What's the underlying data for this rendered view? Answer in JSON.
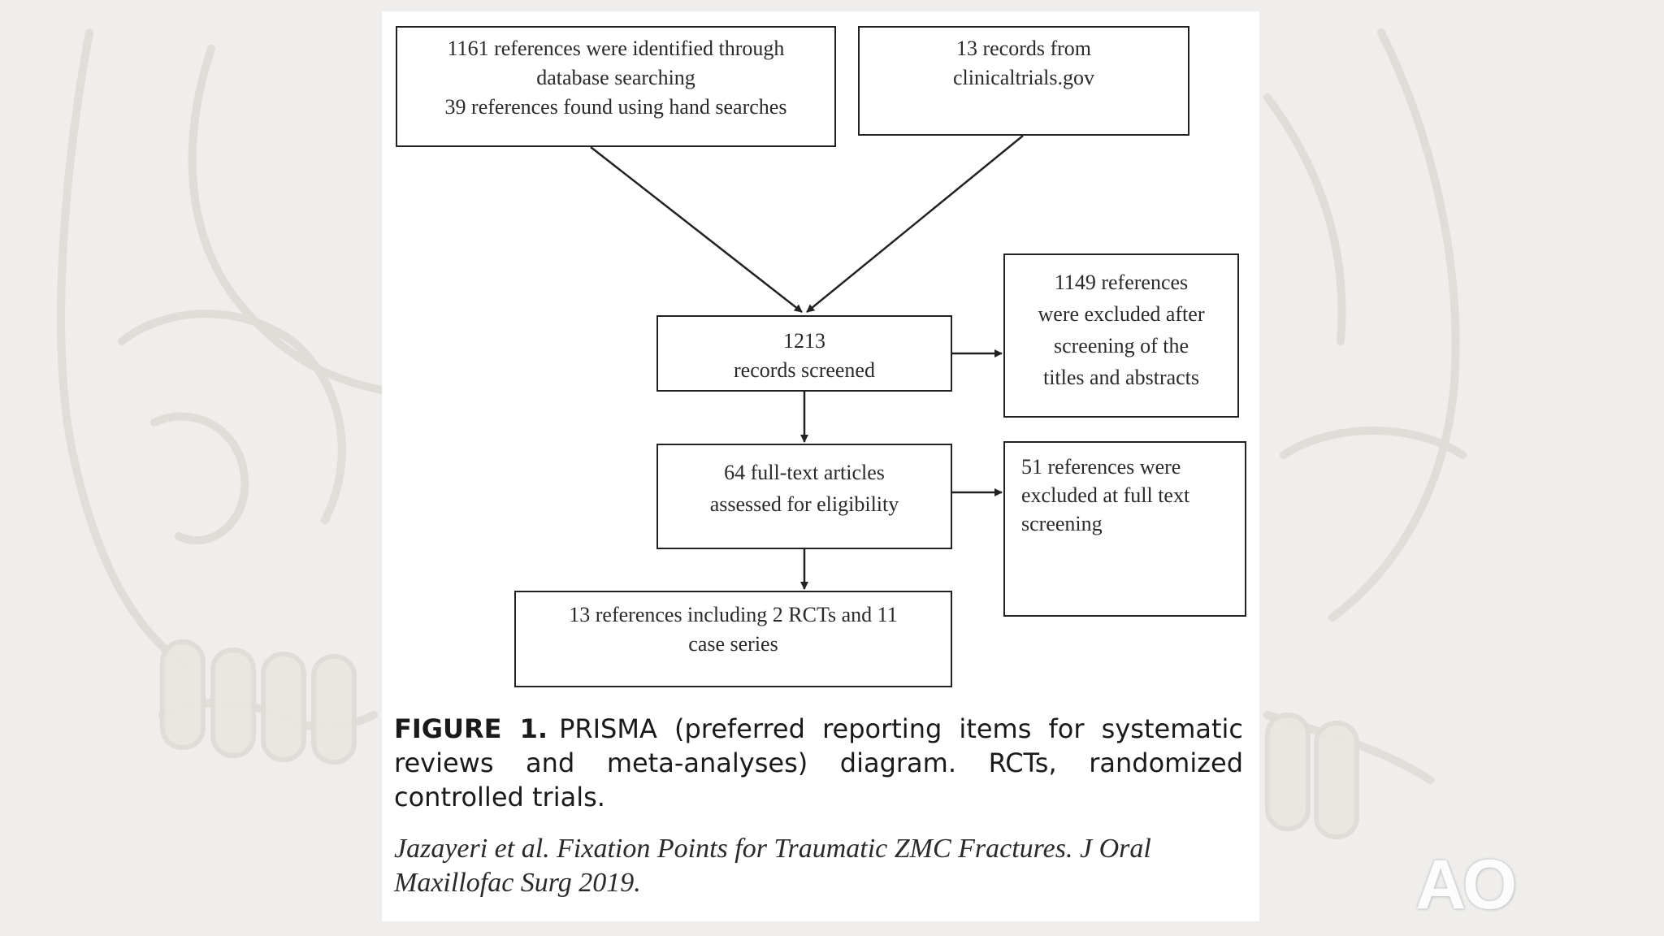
{
  "diagram": {
    "boxes": {
      "database": {
        "lines": [
          "1161 references were identified through",
          "database searching",
          "39 references found using hand searches"
        ]
      },
      "clinicaltrials": {
        "lines": [
          "13 records from",
          "clinicaltrials.gov"
        ]
      },
      "screened": {
        "lines": [
          "1213",
          "records screened"
        ]
      },
      "excluded_screening": {
        "lines": [
          "1149 references",
          "were excluded  after",
          "screening of the",
          "titles and abstracts"
        ]
      },
      "fulltext": {
        "lines": [
          "64 full-text articles",
          "assessed for eligibility"
        ]
      },
      "excluded_fulltext": {
        "lines": [
          "51 references were",
          "excluded at full text",
          "screening"
        ]
      },
      "included": {
        "lines": [
          "13 references including 2 RCTs and 11",
          "case series"
        ]
      }
    }
  },
  "caption": {
    "label": "FIGURE 1.",
    "text": "PRISMA (preferred reporting items for systematic reviews and meta-analyses) diagram. RCTs, randomized controlled trials."
  },
  "citation": "Jazayeri et al. Fixation Points for Traumatic ZMC Fractures. J Oral Maxillofac Surg 2019.",
  "logo_text": "AO"
}
